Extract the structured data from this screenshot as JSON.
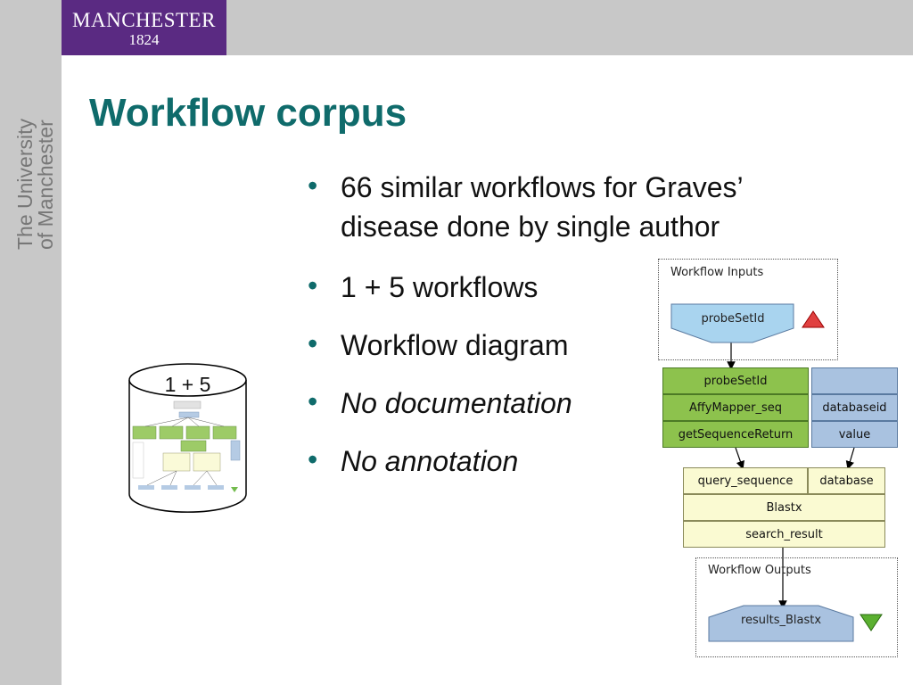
{
  "logo": {
    "name": "MANCHESTER",
    "year": "1824"
  },
  "sidebar_text": {
    "line1": "The University",
    "line2": "of Manchester"
  },
  "slide": {
    "title": "Workflow corpus"
  },
  "bullets": [
    {
      "line1": "66 similar workflows for Graves’",
      "line2": "disease done by single author"
    },
    {
      "text": "1 + 5 workflows"
    },
    {
      "text": "Workflow diagram"
    },
    {
      "text": "No documentation"
    },
    {
      "text": "No annotation"
    }
  ],
  "cylinder": {
    "label": "1 + 5"
  },
  "workflow": {
    "inputs_label": "Workflow Inputs",
    "input_port": "probeSetId",
    "affy": {
      "in": "probeSetId",
      "name": "AffyMapper_seq",
      "out": "getSequenceReturn"
    },
    "constant": {
      "name": "databaseid",
      "out": "value"
    },
    "blast": {
      "in1": "query_sequence",
      "in2": "database",
      "name": "Blastx",
      "out": "search_result"
    },
    "outputs_label": "Workflow Outputs",
    "output_port": "results_Blastx"
  },
  "colors": {
    "title": "#0f6b6b",
    "logo_bg": "#5a2a82",
    "proc_green": "#8dc24d",
    "port_blue": "#a9c2e0",
    "blast_yellow": "#fafad2"
  }
}
